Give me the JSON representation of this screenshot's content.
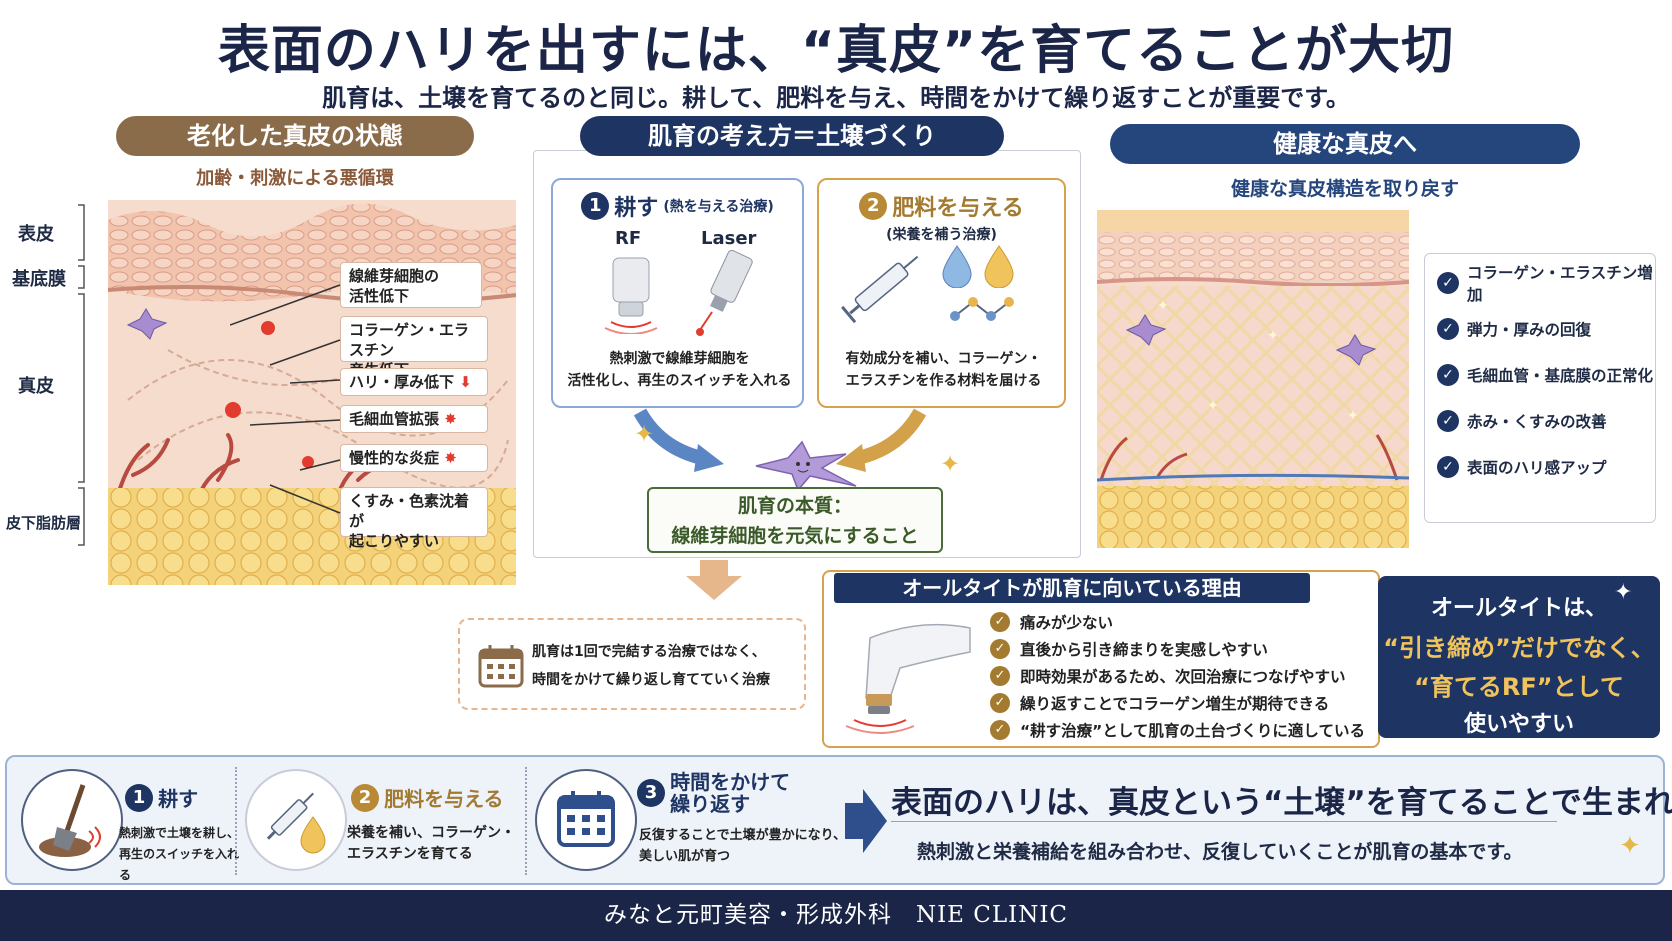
{
  "header": {
    "title": "表面のハリを出すには、“真皮”を育てることが大切",
    "subtitle": "肌育は、土壌を育てるのと同じ。耕して、肥料を与え、時間をかけて繰り返すことが重要です。"
  },
  "left": {
    "heading": "老化した真皮の状態",
    "subheading": "加齢・刺激による悪循環",
    "layers": [
      "表皮",
      "基底膜",
      "真皮",
      "皮下脂肪層"
    ],
    "callouts": [
      "線維芽細胞の\n活性低下",
      "コラーゲン・エラスチン\n産生低下",
      "ハリ・厚み低下",
      "毛細血管拡張",
      "慢性的な炎症",
      "くすみ・色素沈着が\n起こりやすい"
    ]
  },
  "center": {
    "heading": "肌育の考え方＝土壌づくり",
    "step1": {
      "num": "1",
      "title": "耕す",
      "sub": "(熱を与える治療)",
      "rf_label": "RF",
      "laser_label": "Laser",
      "desc": "熱刺激で線維芽細胞を\n活性化し、再生のスイッチを入れる"
    },
    "step2": {
      "num": "2",
      "title": "肥料を与える",
      "sub": "(栄養を補う治療)",
      "desc": "有効成分を補い、コラーゲン・\nエラスチンを作る材料を届ける"
    },
    "essence": "肌育の本質：\n線維芽細胞を元気にすること",
    "note": "肌育は1回で完結する治療ではなく、\n時間をかけて繰り返し育てていく治療"
  },
  "right": {
    "heading": "健康な真皮へ",
    "subheading": "健康な真皮構造を取り戻す",
    "benefits": [
      "コラーゲン・エラスチン増加",
      "弾力・厚みの回復",
      "毛細血管・基底膜の正常化",
      "赤み・くすみの改善",
      "表面のハリ感アップ"
    ]
  },
  "reason": {
    "heading": "オールタイトが肌育に向いている理由",
    "items": [
      "痛みが少ない",
      "直後から引き締まりを実感しやすい",
      "即時効果があるため、次回治療につなげやすい",
      "繰り返すことでコラーゲン増生が期待できる",
      "“耕す治療”として肌育の土台づくりに適している"
    ],
    "callout": {
      "line1": "オールタイトは、",
      "line2": "“引き締め”だけでなく、",
      "line3": "“育てるRF”として",
      "line4": "使いやすい"
    }
  },
  "bottom": {
    "steps": [
      {
        "num": "1",
        "title": "耕す",
        "text": "熱刺激で土壌を耕し、\n再生のスイッチを入れる"
      },
      {
        "num": "2",
        "title": "肥料を与える",
        "text": "栄養を補い、コラーゲン・\nエラスチンを育てる"
      },
      {
        "num": "3",
        "title": "時間をかけて\n繰り返す",
        "text": "反復することで土壌が豊かになり、\n美しい肌が育つ"
      }
    ],
    "conclusion": "表面のハリは、真皮という“土壌”を育てることで生まれる",
    "conclusion_sub": "熱刺激と栄養補給を組み合わせ、反復していくことが肌育の基本です。"
  },
  "footer": {
    "text": "みなと元町美容・形成外科　NIE CLINIC"
  },
  "colors": {
    "navy": "#1e3563",
    "brown": "#8a6c4a",
    "gold": "#d7a24d",
    "green": "#4c6b3a"
  },
  "icons": [
    "rf-device-icon",
    "laser-device-icon",
    "syringe-icon",
    "drop-icon",
    "molecule-icon",
    "fibroblast-icon",
    "calendar-icon",
    "shovel-icon",
    "allright-device-icon",
    "arrow-right-icon",
    "sparkle-icon"
  ]
}
